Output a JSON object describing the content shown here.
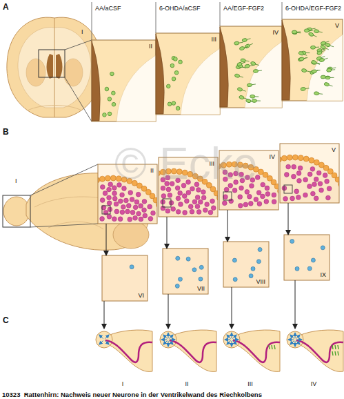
{
  "diagram": {
    "caption": "10323  Rattenhirn: Nachweis neuer Neurone in der Ventrikelwand des Riechkolbens",
    "nodes": [
      {
        "text": [
          "AA/aCSF",
          "II"
        ]
      },
      {
        "text": [
          "6-OHDA/aCSF",
          "III"
        ]
      },
      {
        "text": [
          "AA/EGF-FGF2",
          "IV"
        ]
      },
      {
        "text": [
          "6-OHDA/EGF-FGF2",
          "V"
        ]
      },
      {
        "text": [
          "II"
        ]
      },
      {
        "text": [
          "III"
        ]
      },
      {
        "text": [
          "IV"
        ]
      },
      {
        "text": [
          "V"
        ]
      },
      {
        "text": [
          "VI"
        ]
      },
      {
        "text": [
          "VII"
        ]
      },
      {
        "text": [
          "VIII"
        ]
      },
      {
        "text": [
          "IX"
        ]
      },
      {
        "text": [
          "I"
        ]
      },
      {
        "text": [
          "II"
        ]
      },
      {
        "text": [
          "III"
        ]
      },
      {
        "text": [
          "IV"
        ]
      }
    ],
    "edges": [
      {
        "from": 4,
        "to": 8,
        "arrow": "to"
      },
      {
        "from": 5,
        "to": 9,
        "arrow": "to"
      },
      {
        "from": 6,
        "to": 10,
        "arrow": "to"
      },
      {
        "from": 7,
        "to": 11,
        "arrow": "to"
      },
      {
        "from": 8,
        "to": 12,
        "arrow": "to"
      },
      {
        "from": 9,
        "to": 13,
        "arrow": "to"
      },
      {
        "from": 10,
        "to": 14,
        "arrow": "to"
      },
      {
        "from": 11,
        "to": 15,
        "arrow": "to"
      }
    ],
    "labels": [
      "A",
      "I",
      "B",
      "I",
      "C",
      "© Ecke"
    ]
  }
}
